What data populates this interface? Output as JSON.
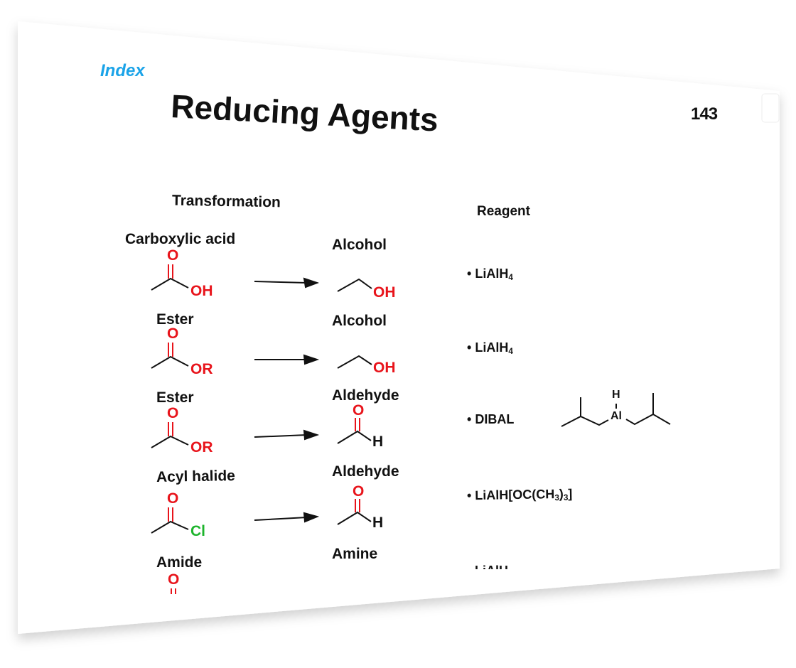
{
  "slide": {
    "index_link": "Index",
    "title": "Reducing Agents",
    "page_number": "143",
    "col_transformation": "Transformation",
    "col_reagent": "Reagent",
    "colors": {
      "accent": "#1aa3e8",
      "red": "#e8141b",
      "green": "#1db42c"
    },
    "rows": [
      {
        "from": "Carboxylic acid",
        "from_group": "OH",
        "to": "Alcohol",
        "to_group": "OH",
        "reagent": "LiAlH",
        "reagent_sub": "4"
      },
      {
        "from": "Ester",
        "from_group": "OR",
        "to": "Alcohol",
        "to_group": "OH",
        "reagent": "LiAlH",
        "reagent_sub": "4"
      },
      {
        "from": "Ester",
        "from_group": "OR",
        "to": "Aldehyde",
        "to_group": "H",
        "reagent": "DIBAL"
      },
      {
        "from": "Acyl halide",
        "from_group": "Cl",
        "to": "Aldehyde",
        "to_group": "H",
        "reagent": "LiAlH[OC(CH",
        "reagent_sub": "3",
        "reagent_tail": ")",
        "reagent_sub2": "3",
        "reagent_end": "]"
      },
      {
        "from": "Amide",
        "to": "Amine",
        "reagent": "LiAlH"
      }
    ],
    "atoms": {
      "O": "O",
      "H": "H",
      "Al": "Al"
    },
    "bullet": "•"
  }
}
